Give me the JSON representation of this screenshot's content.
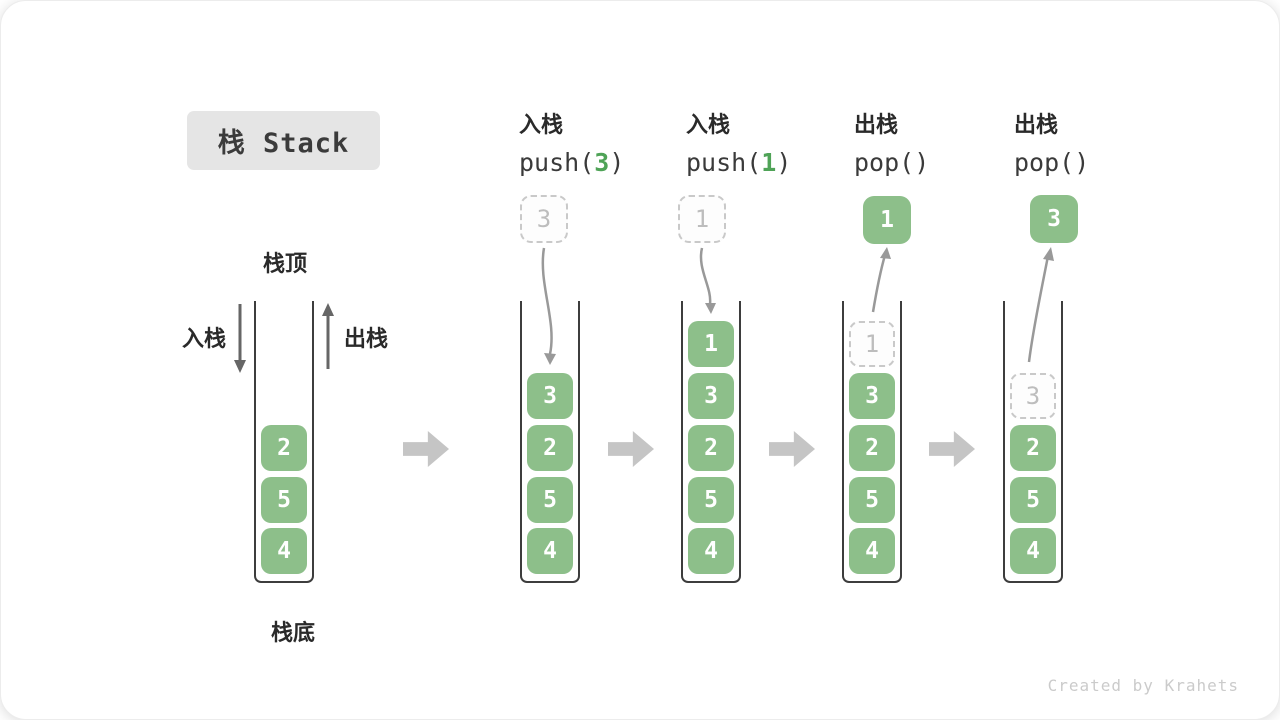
{
  "title": "栈 Stack",
  "labels": {
    "stack_top": "栈顶",
    "stack_bottom": "栈底",
    "push_side": "入栈",
    "pop_side": "出栈"
  },
  "watermark": "Created by Krahets",
  "steps": [
    {
      "cells": [
        "2",
        "5",
        "4"
      ]
    },
    {
      "label": "入栈",
      "code_pre": "push(",
      "code_arg": "3",
      "code_suf": ")",
      "float": "3",
      "cells": [
        "3",
        "2",
        "5",
        "4"
      ]
    },
    {
      "label": "入栈",
      "code_pre": "push(",
      "code_arg": "1",
      "code_suf": ")",
      "float": "1",
      "cells": [
        "1",
        "3",
        "2",
        "5",
        "4"
      ]
    },
    {
      "label": "出栈",
      "code_pre": "pop(",
      "code_arg": "",
      "code_suf": ")",
      "float": "1",
      "ghost": "1",
      "cells": [
        "3",
        "2",
        "5",
        "4"
      ]
    },
    {
      "label": "出栈",
      "code_pre": "pop(",
      "code_arg": "",
      "code_suf": ")",
      "float": "3",
      "ghost": "3",
      "cells": [
        "2",
        "5",
        "4"
      ]
    }
  ],
  "colors": {
    "cell-green": "#8dbf8a",
    "accent-green": "#4fa357",
    "ink": "#2a2a2a",
    "code-ink": "#3a3a3a",
    "wall": "#3d3d3d",
    "arrow": "#999999",
    "dark-arrow": "#666666",
    "block-arrow": "#c5c5c5",
    "dashed-border": "#c9c9c9",
    "ghost-text": "#bdbdbd",
    "title-bg": "#e5e5e5",
    "watermark": "#cbcbcb",
    "card-bg": "#ffffff"
  }
}
